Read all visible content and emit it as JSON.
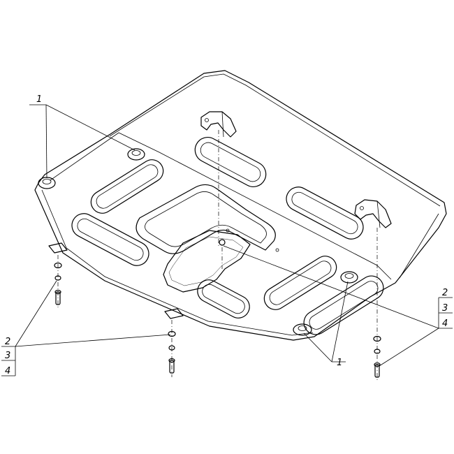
{
  "callouts": {
    "skid_plate_mount_top_left": "1",
    "skid_plate_mount_bottom_right": "1",
    "fastener_group_left": {
      "bolt": "2",
      "washer": "3",
      "nut": "4"
    },
    "fastener_group_right": {
      "bolt": "2",
      "washer": "3",
      "nut": "4"
    }
  }
}
